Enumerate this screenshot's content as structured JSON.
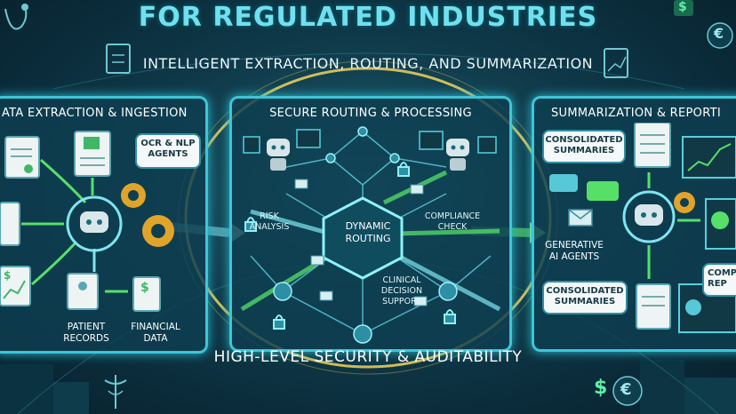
{
  "header": {
    "title": "FOR REGULATED INDUSTRIES",
    "subtitle": "INTELLIGENT EXTRACTION, ROUTING, AND SUMMARIZATION"
  },
  "panels": {
    "left": {
      "title": "ATA EXTRACTION & INGESTION",
      "bubble": "OCR & NLP\nAGENTS",
      "label_patient": "PATIENT\nRECORDS",
      "label_financial": "FINANCIAL\nDATA"
    },
    "center": {
      "title": "SECURE ROUTING & PROCESSING",
      "hub_label": "DYNAMIC\nROUTING",
      "risk_label": "RISK\nANALYSIS",
      "compliance_label": "COMPLIANCE\nCHECK",
      "clinical_label": "CLINICAL\nDECISION\nSUPPORT"
    },
    "right": {
      "title": "SUMMARIZATION & REPORTI",
      "bubble_top": "CONSOLIDATED\nSUMMARIES",
      "bubble_bottom": "CONSOLIDATED\nSUMMARIES",
      "gen_ai_label": "GENERATIVE\nAI AGENTS",
      "bubble_partial": "COMP\nREP"
    }
  },
  "footer": {
    "band": "HIGH-LEVEL SECURITY & AUDITABILITY"
  },
  "symbols": {
    "dollar": "$",
    "euro": "€"
  },
  "colors": {
    "accent_cyan": "#3cc6d8",
    "flow_green": "#56e06a",
    "gold_ring": "#f2d45a",
    "gear_gold": "#e0a42a"
  }
}
